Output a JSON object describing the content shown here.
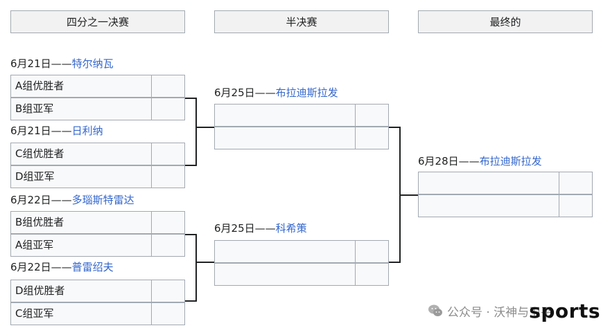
{
  "headers": {
    "quarter": "四分之一决赛",
    "semi": "半决赛",
    "final": "最终的"
  },
  "quarterfinals": [
    {
      "date": "6月21日",
      "dash": "——",
      "venue": "特尔纳瓦",
      "team1": "A组优胜者",
      "team2": "B组亚军"
    },
    {
      "date": "6月21日",
      "dash": "——",
      "venue": "日利纳",
      "team1": "C组优胜者",
      "team2": "D组亚军"
    },
    {
      "date": "6月22日",
      "dash": "——",
      "venue": "多瑙斯特雷达",
      "team1": "B组优胜者",
      "team2": "A组亚军"
    },
    {
      "date": "6月22日",
      "dash": "——",
      "venue": "普雷绍夫",
      "team1": "D组优胜者",
      "team2": "C组亚军"
    }
  ],
  "semifinals": [
    {
      "date": "6月25日",
      "dash": "——",
      "venue": "布拉迪斯拉发",
      "team1": "",
      "team2": ""
    },
    {
      "date": "6月25日",
      "dash": "——",
      "venue": "科希策",
      "team1": "",
      "team2": ""
    }
  ],
  "final": {
    "date": "6月28日",
    "dash": "——",
    "venue": "布拉迪斯拉发",
    "team1": "",
    "team2": ""
  },
  "watermark": {
    "text": "公众号 · 沃神与卫平",
    "brand": "sports",
    "icon": "wechat-icon"
  }
}
